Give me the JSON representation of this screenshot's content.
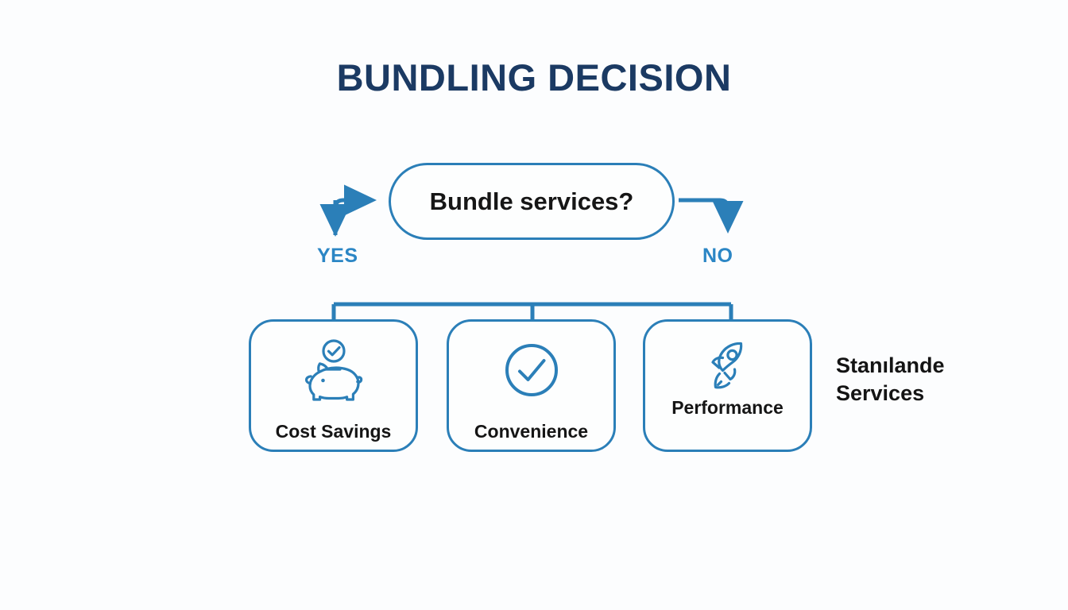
{
  "title": "BUNDLING DECISION",
  "decision": {
    "label": "Bundle services?",
    "branches": {
      "yes_label": "YES",
      "no_label": "NO"
    }
  },
  "outcomes": [
    {
      "label": "Cost Savings",
      "icon": "piggy-bank-icon"
    },
    {
      "label": "Convenience",
      "icon": "check-circle-icon"
    },
    {
      "label": "Performance",
      "icon": "rocket-icon"
    }
  ],
  "side_note": {
    "line1": "Stanılande",
    "line2": "Services"
  },
  "colors": {
    "background": "#fcfdfe",
    "title": "#1b3a63",
    "accent_blue": "#2b7fb8",
    "branch_blue": "#2b86c5",
    "text_dark": "#151515"
  }
}
